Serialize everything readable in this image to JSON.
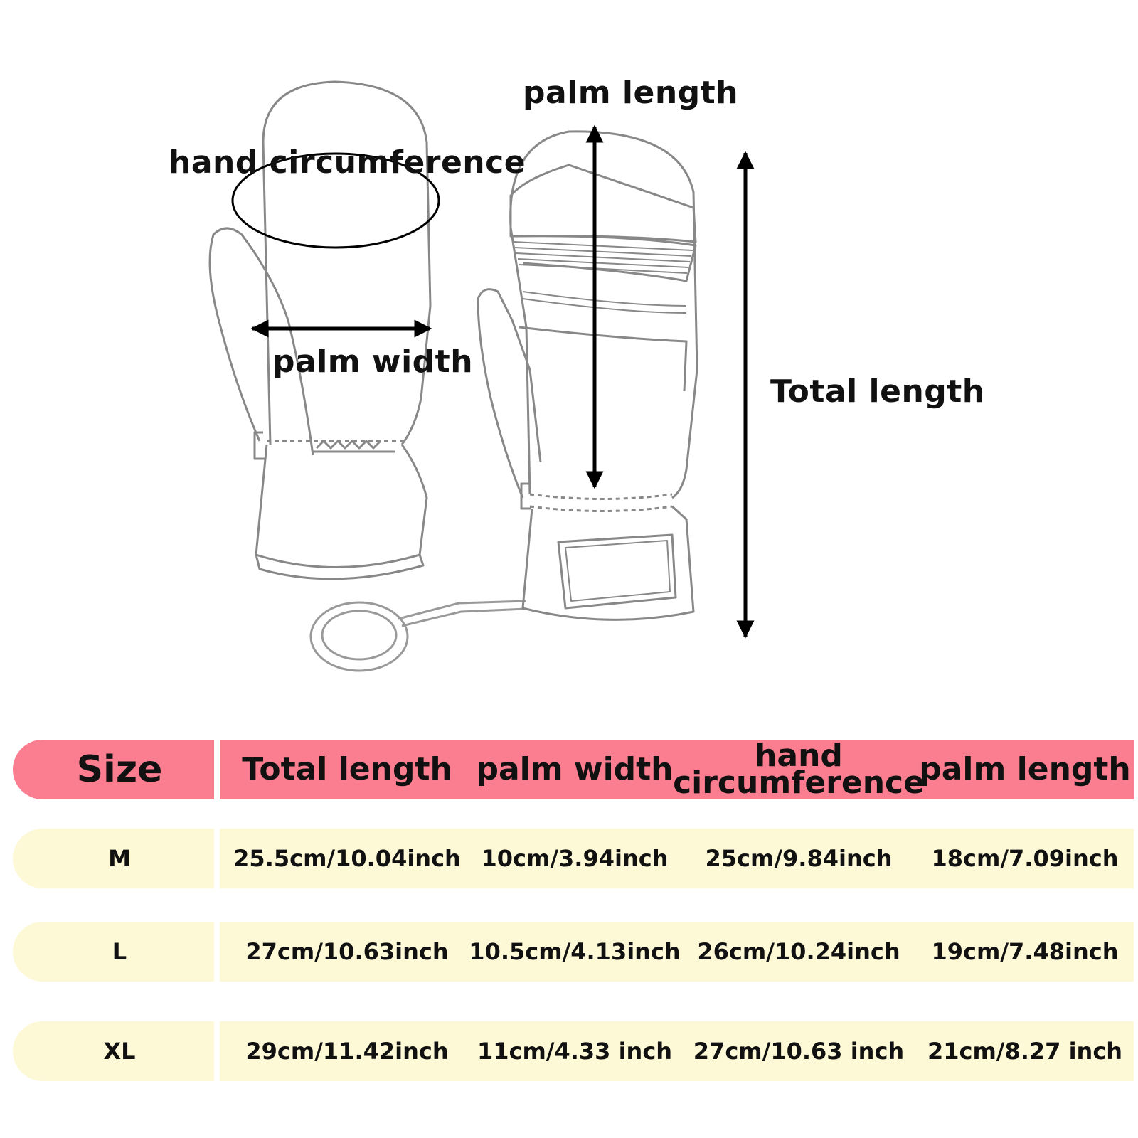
{
  "colors": {
    "header_bg": "#fb7d90",
    "row_bg": "#fdf8d6",
    "line": "#7a7a7a",
    "arrow": "#000000"
  },
  "diagram": {
    "labels": {
      "hand_circumference": "hand circumference",
      "palm_width": "palm width",
      "palm_length": "palm length",
      "total_length": "Total length"
    }
  },
  "table": {
    "headers": [
      "Size",
      "Total length",
      "palm width",
      "hand\ncircumference",
      "palm length"
    ],
    "rows": [
      {
        "size": "M",
        "total_length": "25.5cm/10.04inch",
        "palm_width": "10cm/3.94inch",
        "hand_circumference": "25cm/9.84inch",
        "palm_length": "18cm/7.09inch"
      },
      {
        "size": "L",
        "total_length": "27cm/10.63inch",
        "palm_width": "10.5cm/4.13inch",
        "hand_circumference": "26cm/10.24inch",
        "palm_length": "19cm/7.48inch"
      },
      {
        "size": "XL",
        "total_length": "29cm/11.42inch",
        "palm_width": "11cm/4.33 inch",
        "hand_circumference": "27cm/10.63 inch",
        "palm_length": "21cm/8.27 inch"
      }
    ]
  }
}
